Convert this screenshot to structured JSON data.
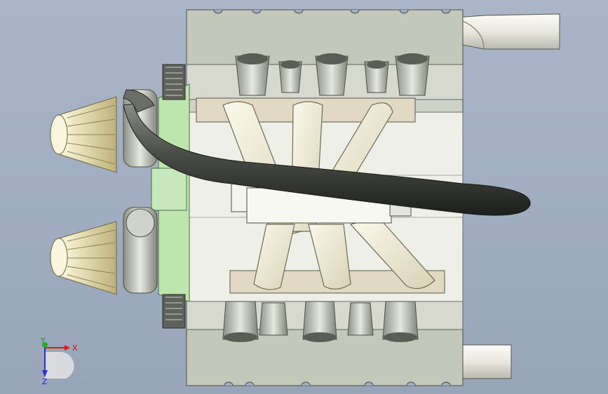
{
  "viewport": {
    "background": "#a1adc0",
    "model_colors": {
      "housing": "#c9cdbf",
      "housing_dark": "#8e9486",
      "intake": "#f2f0df",
      "hose": "#3a3d38",
      "filter": "#e8e2b8",
      "bracket": "#bfe8b0",
      "plate": "#e6dcc8"
    }
  },
  "triad": {
    "x_label": "X",
    "y_label": "Y",
    "z_label": "Z",
    "x_color": "#e01a1a",
    "y_color": "#1fb21f",
    "z_color": "#2a2fd6"
  }
}
